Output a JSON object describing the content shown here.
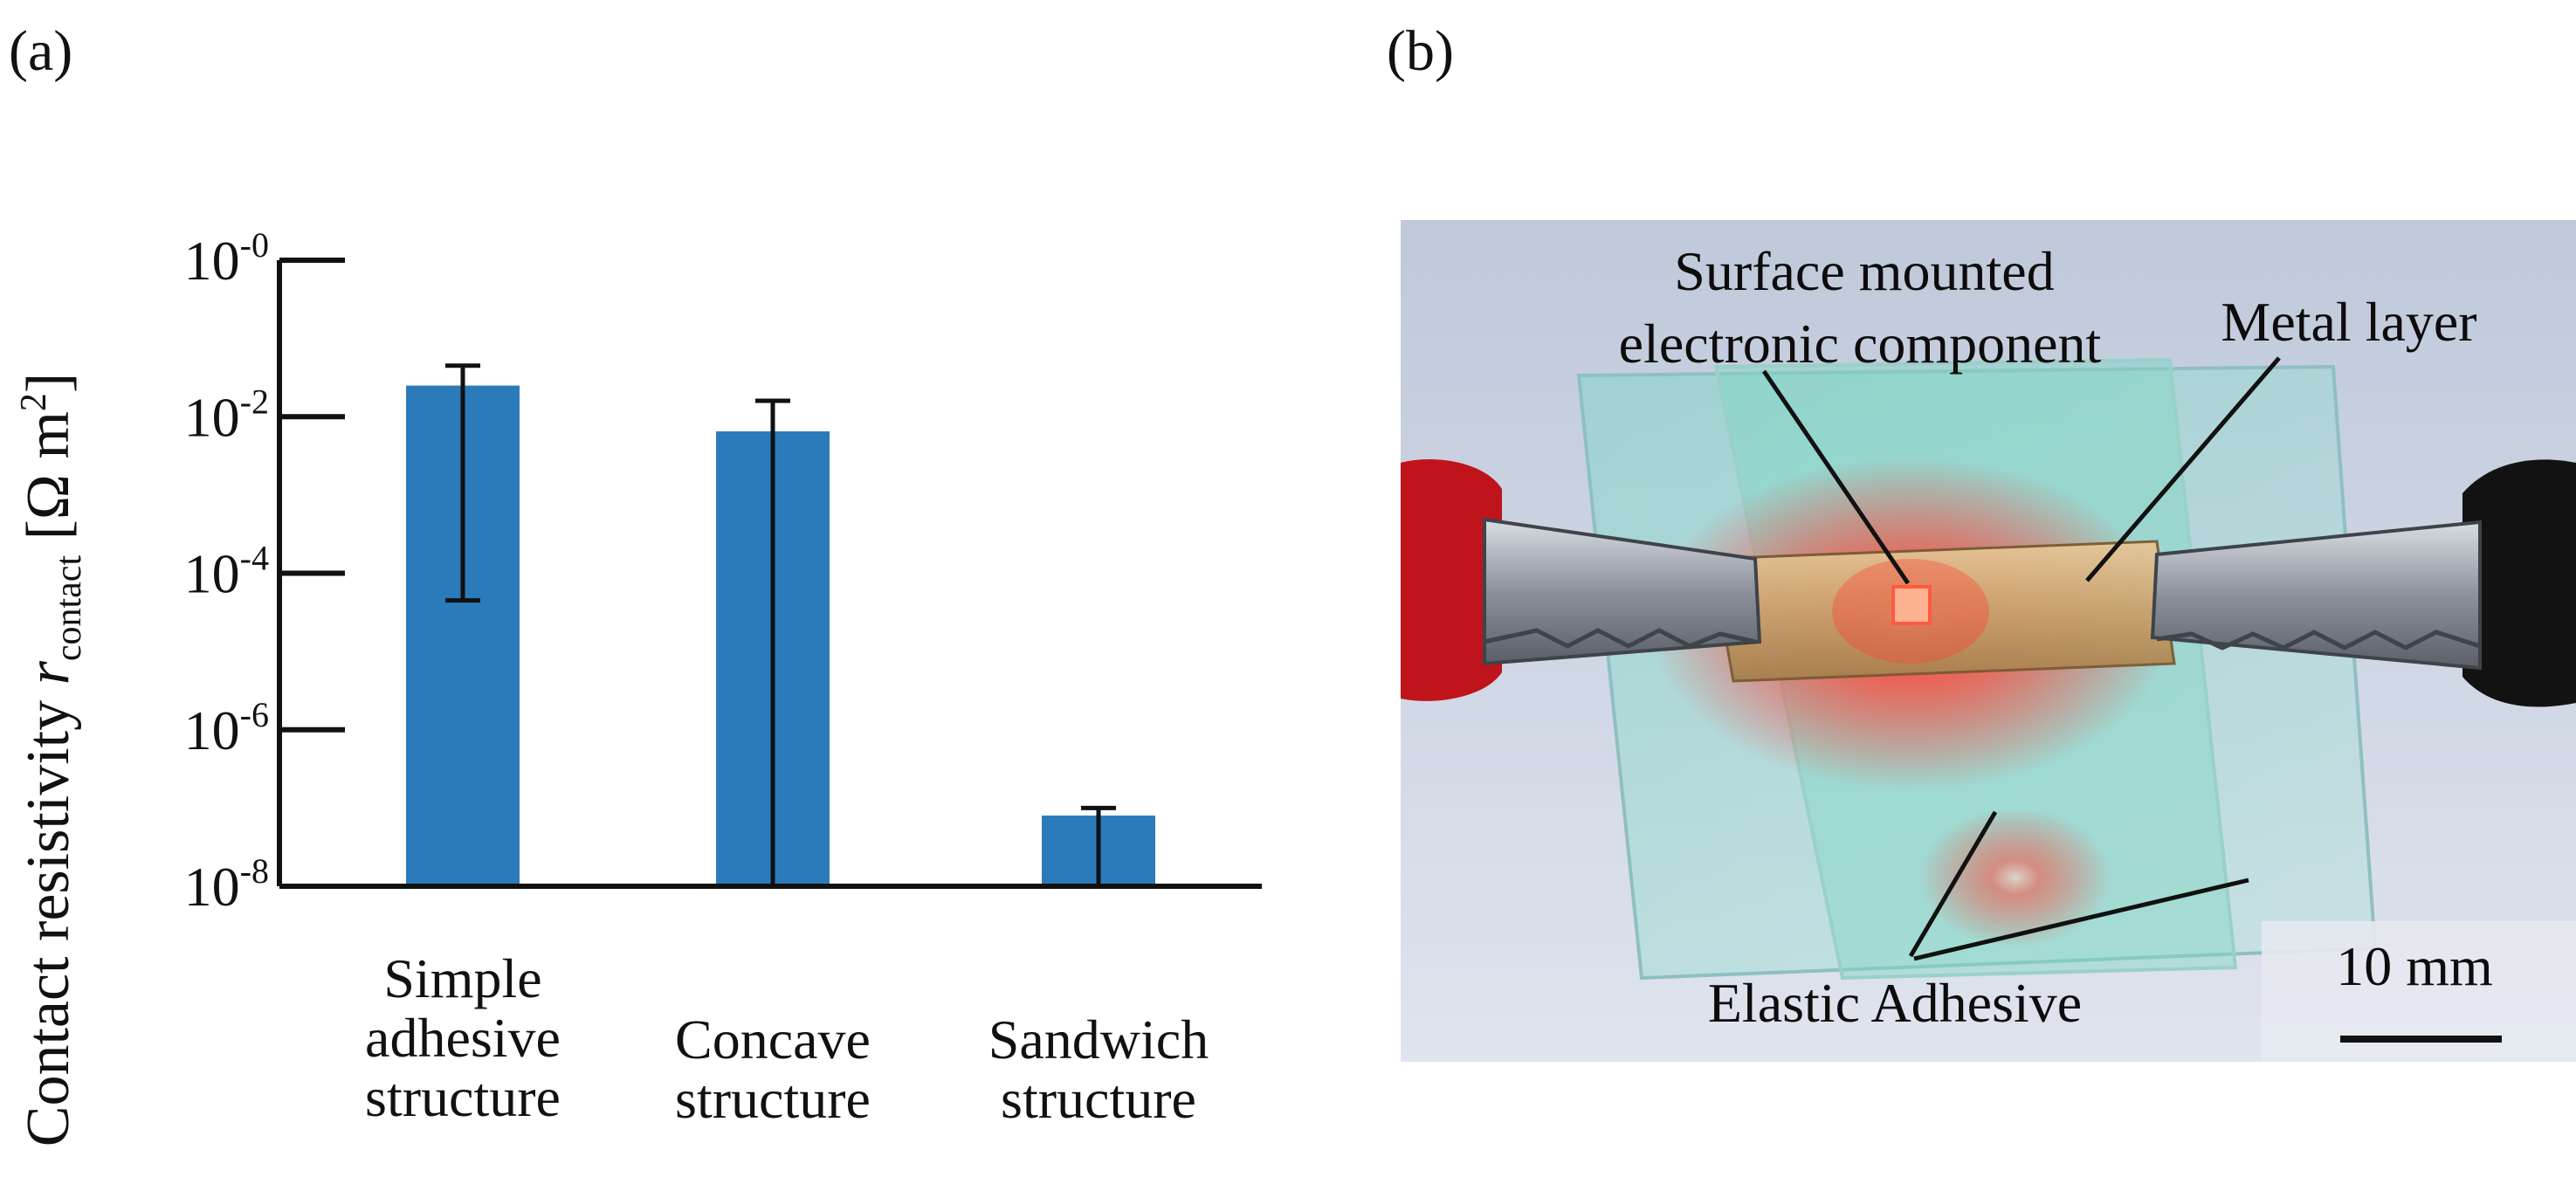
{
  "panels": {
    "a_label": "(a)",
    "b_label": "(b)"
  },
  "chart_data": {
    "type": "bar",
    "title": "",
    "xlabel": "",
    "ylabel": "Contact resistivity r_contact [Ω m²]",
    "ylabel_parts": {
      "prefix": "Contact resistivity",
      "symbol": "r",
      "subscript": "contact",
      "unit_open": "[Ω m",
      "unit_sup": "2",
      "unit_close": "]"
    },
    "yscale": "log",
    "ylim": [
      1e-08,
      1
    ],
    "yticks": [
      {
        "value": 1,
        "base": "10",
        "exp": "-0"
      },
      {
        "value": 0.01,
        "base": "10",
        "exp": "-2"
      },
      {
        "value": 0.0001,
        "base": "10",
        "exp": "-4"
      },
      {
        "value": 1e-06,
        "base": "10",
        "exp": "-6"
      },
      {
        "value": 1e-08,
        "base": "10",
        "exp": "-8"
      }
    ],
    "categories": [
      [
        "Simple",
        "adhesive",
        "structure"
      ],
      [
        "Concave",
        "structure"
      ],
      [
        "Sandwich",
        "structure"
      ]
    ],
    "values": [
      0.025,
      0.0065,
      8e-08
    ],
    "error_low": [
      4.5e-05,
      1e-08,
      1e-08
    ],
    "error_high": [
      0.045,
      0.016,
      1e-07
    ],
    "bar_color": "#2b7bba",
    "grid": false,
    "legend": "none"
  },
  "photo": {
    "labels": {
      "component_line1": "Surface mounted",
      "component_line2": "electronic component",
      "metal": "Metal layer",
      "adhesive": "Elastic Adhesive",
      "scale": "10 mm"
    },
    "colors": {
      "background": "#c9d1df",
      "led": "#ff3b2e",
      "clip_red": "#c0141c",
      "clip_black": "#121212"
    }
  }
}
